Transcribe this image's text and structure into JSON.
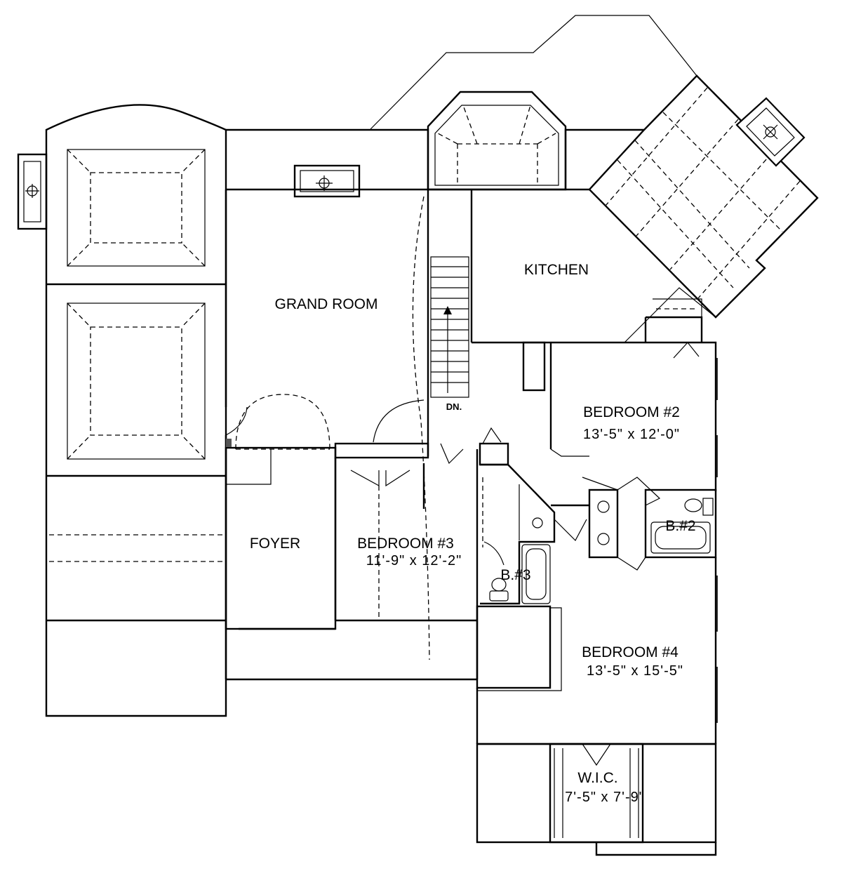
{
  "plan": {
    "rooms": {
      "grand_room": {
        "name": "GRAND ROOM"
      },
      "kitchen": {
        "name": "KITCHEN"
      },
      "foyer": {
        "name": "FOYER"
      },
      "bedroom2": {
        "name": "BEDROOM #2",
        "size": "13'-5\" x 12'-0\""
      },
      "bedroom3": {
        "name": "BEDROOM #3",
        "size": "11'-9\" x 12'-2\""
      },
      "bedroom4": {
        "name": "BEDROOM #4",
        "size": "13'-5\" x 15'-5\""
      },
      "bath2": {
        "name": "B.#2"
      },
      "bath3": {
        "name": "B.#3"
      },
      "wic": {
        "name": "W.I.C.",
        "size": "7'-5\" x 7'-9\""
      }
    },
    "stair_label": "DN."
  }
}
